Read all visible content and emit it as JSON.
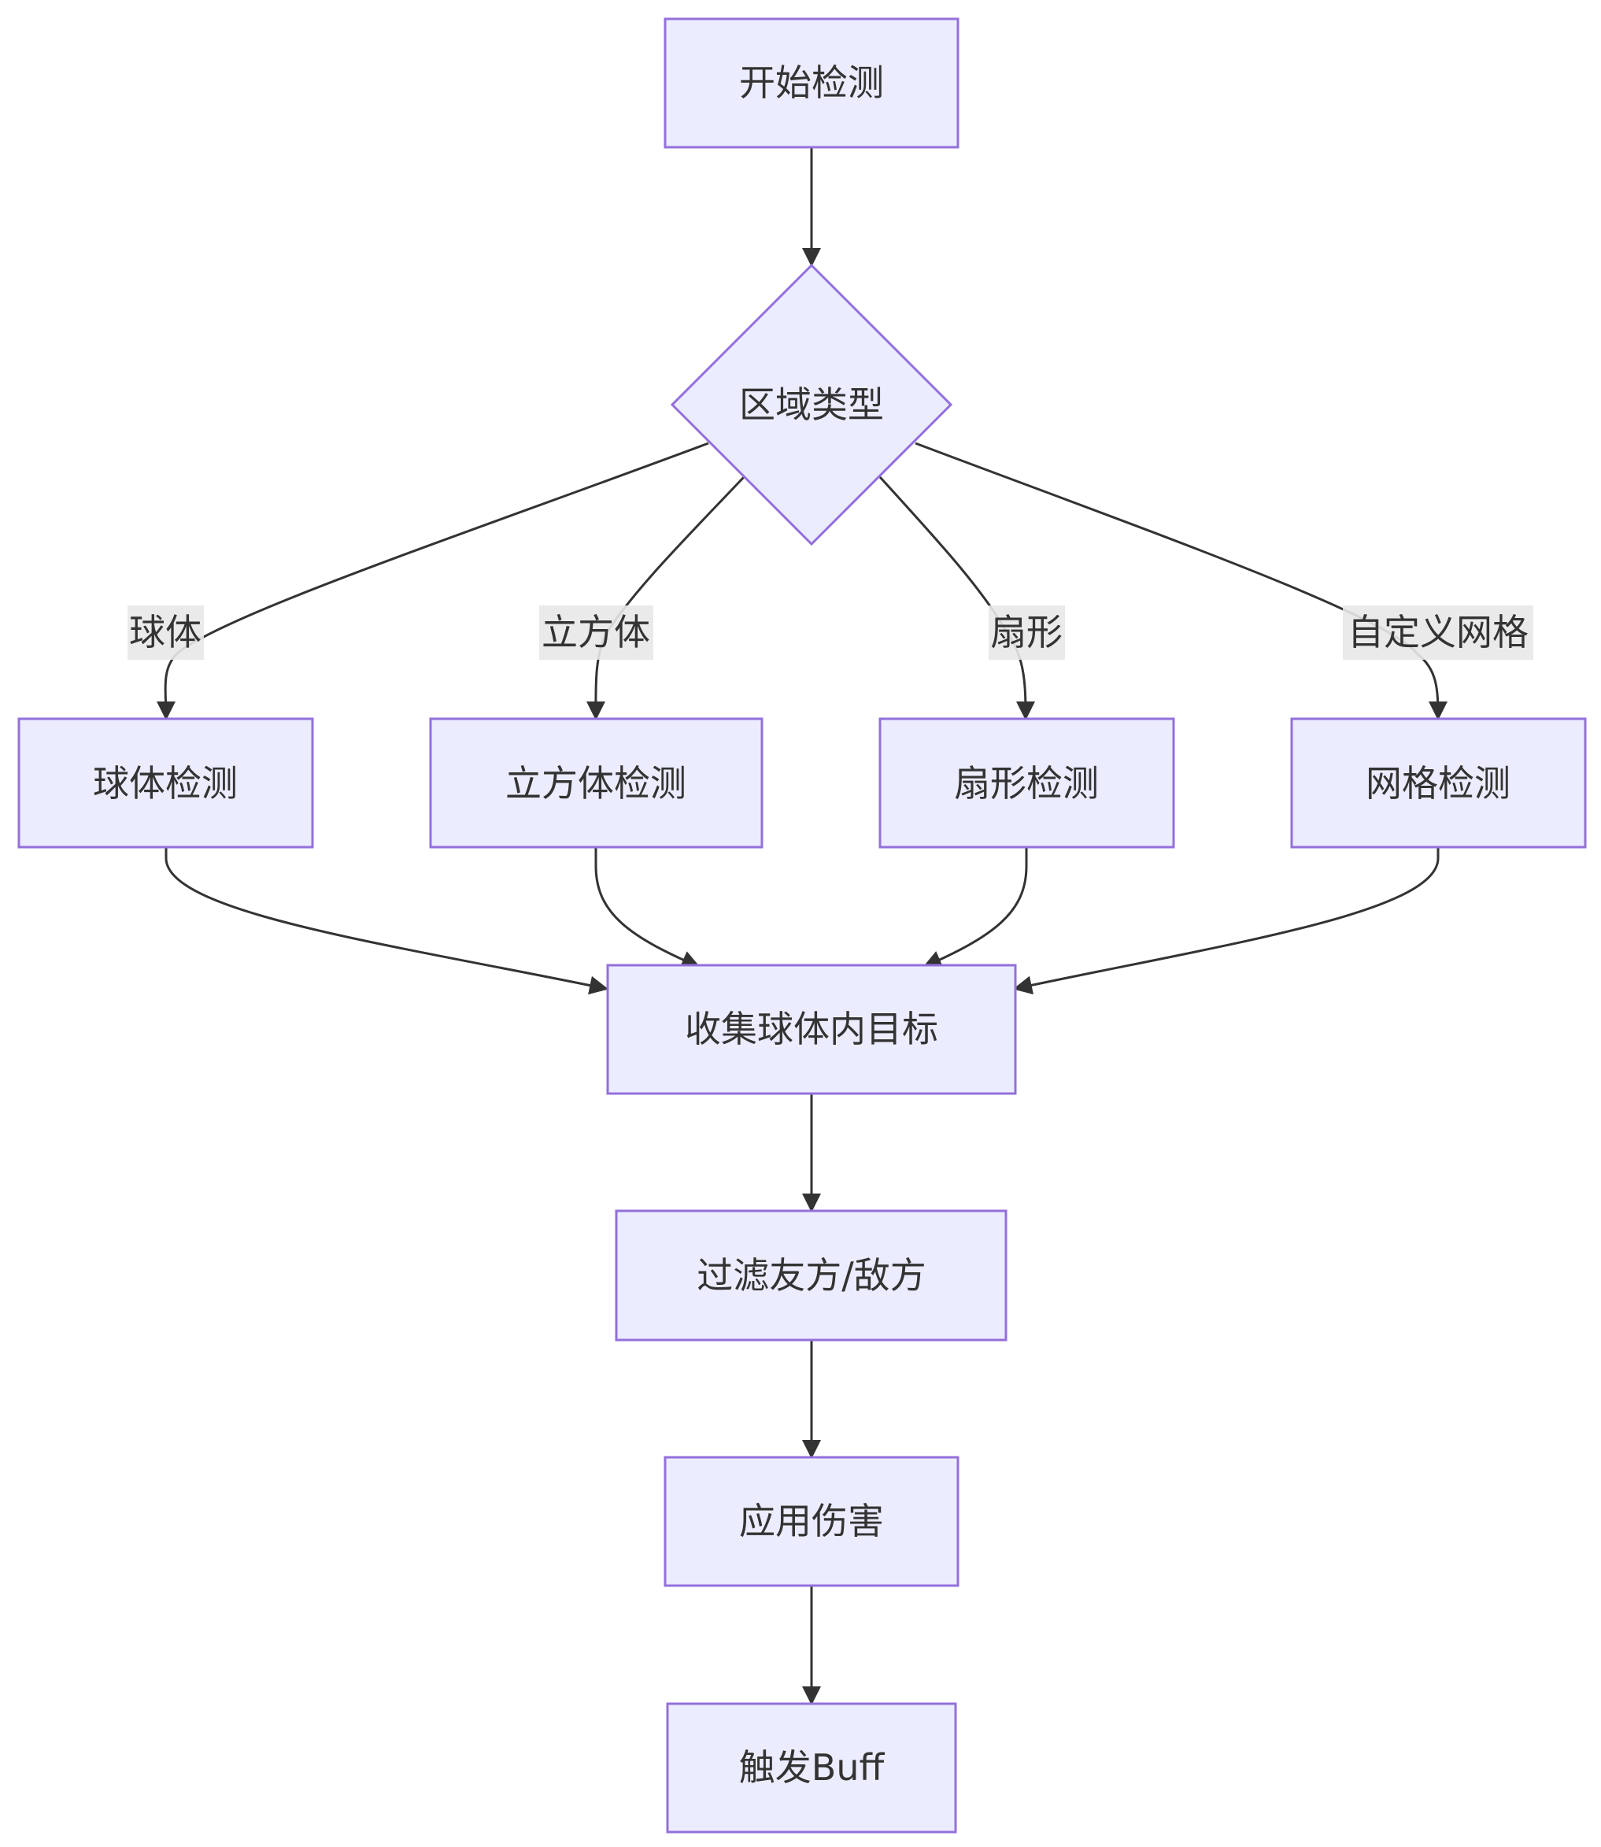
{
  "nodes": {
    "start": "开始检测",
    "decision": "区域类型",
    "sphere_check": "球体检测",
    "cube_check": "立方体检测",
    "sector_check": "扇形检测",
    "grid_check": "网格检测",
    "collect": "收集球体内目标",
    "filter": "过滤友方/敌方",
    "damage": "应用伤害",
    "buff": "触发Buff"
  },
  "edges": {
    "to_sphere": "球体",
    "to_cube": "立方体",
    "to_sector": "扇形",
    "to_grid": "自定义网格"
  },
  "colors": {
    "node_fill": "#ECECFF",
    "node_stroke": "#9370DB",
    "edge": "#333333",
    "text": "#333333",
    "edge_label_bg": "#e8e8e8"
  }
}
